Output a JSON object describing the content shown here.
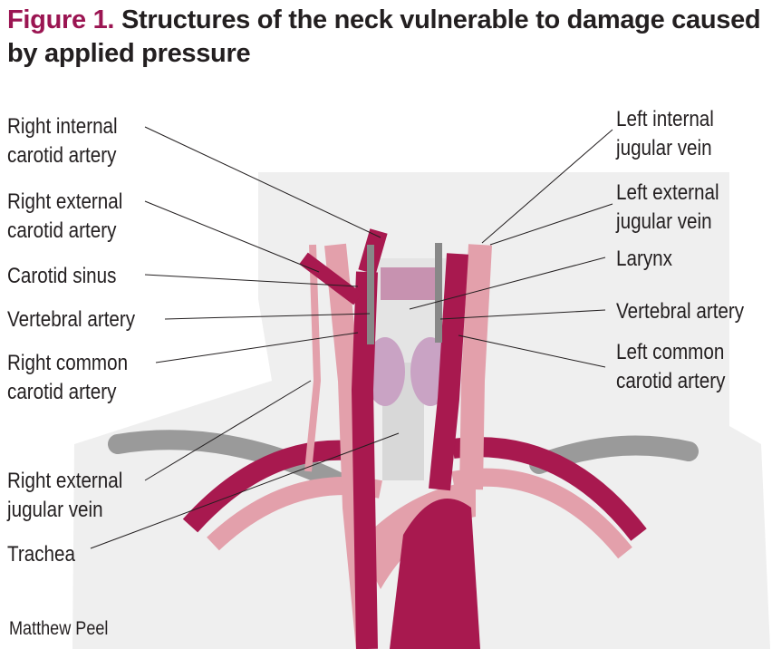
{
  "title": {
    "prefix": "Figure 1.",
    "text": "Structures of the neck vulnerable to damage caused by applied pressure"
  },
  "labels_left": [
    {
      "line1": "Right internal",
      "line2": "carotid artery"
    },
    {
      "line1": "Right external",
      "line2": "carotid artery"
    },
    {
      "line1": "Carotid sinus",
      "line2": ""
    },
    {
      "line1": "Vertebral artery",
      "line2": ""
    },
    {
      "line1": "Right common",
      "line2": "carotid artery"
    },
    {
      "line1": "Right external",
      "line2": "jugular vein"
    },
    {
      "line1": "Trachea",
      "line2": ""
    }
  ],
  "labels_right": [
    {
      "line1": "Left internal",
      "line2": "jugular vein"
    },
    {
      "line1": "Left external",
      "line2": "jugular vein"
    },
    {
      "line1": "Larynx",
      "line2": ""
    },
    {
      "line1": "Vertebral artery",
      "line2": ""
    },
    {
      "line1": "Left common",
      "line2": "carotid artery"
    }
  ],
  "credit": "Matthew Peel",
  "colors": {
    "accent": "#9b1552",
    "artery": "#a8194f",
    "vein": "#e3a0ab",
    "background_shape": "#efefef"
  }
}
